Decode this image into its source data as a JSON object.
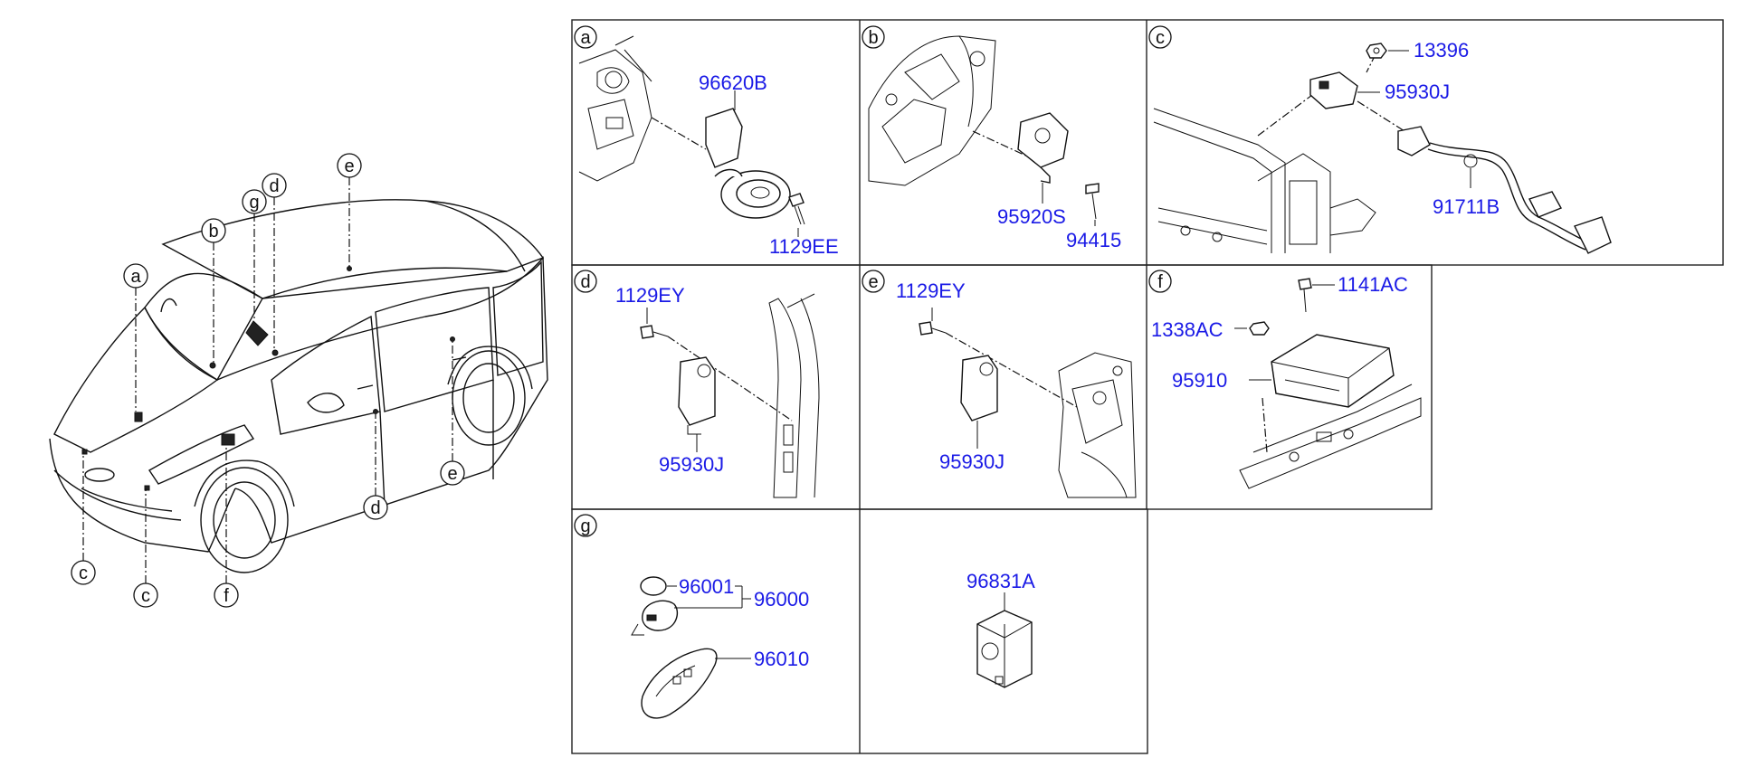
{
  "panel_letters": [
    "a",
    "b",
    "c",
    "d",
    "e",
    "f",
    "g"
  ],
  "car_callouts": {
    "a": "a",
    "b": "b",
    "g": "g",
    "d_top": "d",
    "e_top": "e",
    "e_side": "e",
    "d_bottom": "d",
    "c_left": "c",
    "c_mid": "c",
    "f": "f"
  },
  "part_numbers": {
    "a": [
      "96620B",
      "1129EE"
    ],
    "b": [
      "95920S",
      "94415"
    ],
    "c": [
      "13396",
      "95930J",
      "91711B"
    ],
    "d": [
      "1129EY",
      "95930J"
    ],
    "e": [
      "1129EY",
      "95930J"
    ],
    "f": [
      "1141AC",
      "1338AC",
      "95910"
    ],
    "g": [
      "96001",
      "96000",
      "96010"
    ],
    "h": [
      "96831A"
    ]
  },
  "colors": {
    "part_number": "#1a1ae6",
    "line": "#111111"
  }
}
